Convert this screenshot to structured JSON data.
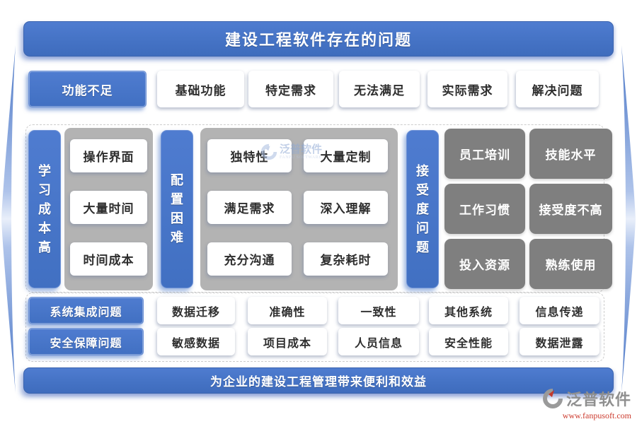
{
  "title": "建设工程软件存在的问题",
  "row_function": {
    "label": "功能不足",
    "items": [
      "基础功能",
      "特定需求",
      "无法满足",
      "实际需求",
      "解决问题"
    ]
  },
  "col_learning": {
    "label": "学习成本高",
    "items": [
      "操作界面",
      "大量时间",
      "时间成本"
    ]
  },
  "col_config": {
    "label": "配置困难",
    "items": [
      "独特性",
      "大量定制",
      "满足需求",
      "深入理解",
      "充分沟通",
      "复杂耗时"
    ]
  },
  "col_acceptance": {
    "label": "接受度问题",
    "items": [
      "员工培训",
      "技能水平",
      "工作习惯",
      "接受度不高",
      "投入资源",
      "熟练使用"
    ]
  },
  "row_integration": {
    "label": "系统集成问题",
    "items": [
      "数据迁移",
      "准确性",
      "一致性",
      "其他系统",
      "信息传递"
    ]
  },
  "row_security": {
    "label": "安全保障问题",
    "items": [
      "敏感数据",
      "项目成本",
      "人员信息",
      "安全性能",
      "数据泄露"
    ]
  },
  "footer_banner": "为企业的建设工程管理带来便利和效益",
  "watermark": {
    "name": "泛普软件",
    "sub": "FANPU SOFTWARE"
  },
  "brand": {
    "name": "泛普软件",
    "url": "www.fanpusoft.com"
  },
  "colors": {
    "primary_blue": "#4472C4",
    "panel_gray": "#b3b3b3",
    "card_dark_gray": "#7f7f7f",
    "url_red": "#cc3b2e"
  }
}
